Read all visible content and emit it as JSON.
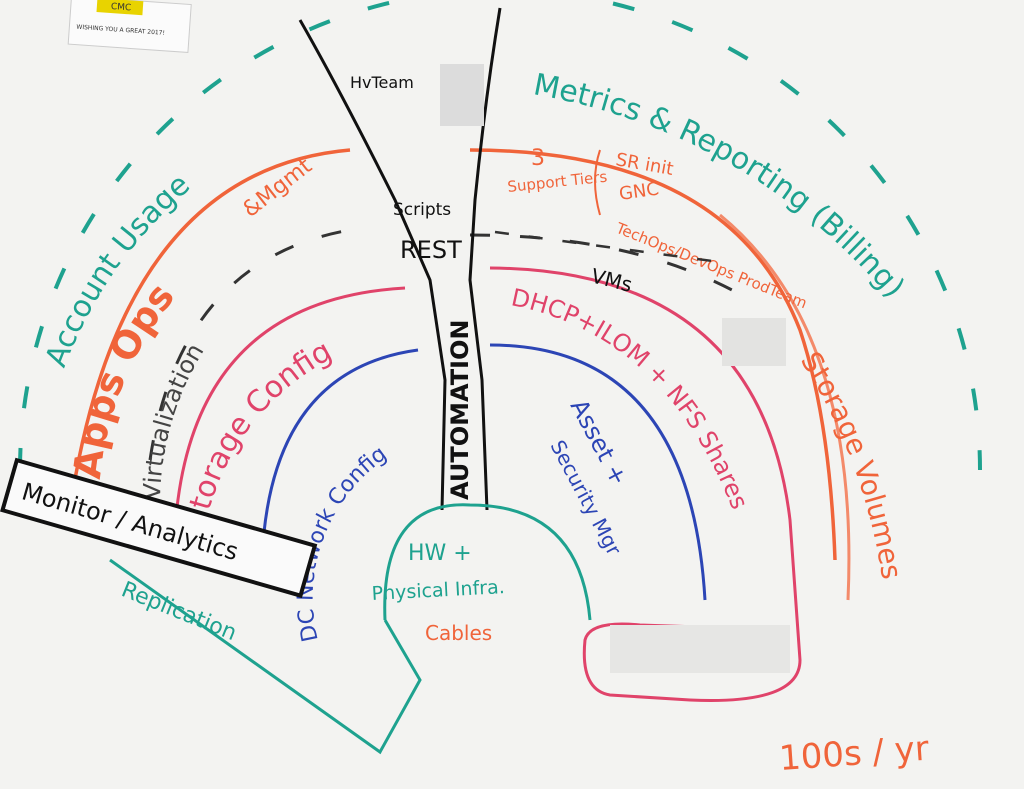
{
  "sticky_note": {
    "logo": "CMC",
    "text": "WISHING YOU A GREAT 2017!"
  },
  "funnel": {
    "top": "HvTeam",
    "scripts": "Scripts",
    "rest": "REST",
    "automation": "AUTOMATION"
  },
  "arcs": {
    "account_usage": "Account Usage",
    "metrics": "Metrics & Reporting (Billing)",
    "apps_ops": "Apps Ops",
    "mgmt": "&Mgmt",
    "virtualization": "Virtualization",
    "storage_config": "Storage Config",
    "dc_network_config": "DC Network Config",
    "dhcp": "DHCP+ILOM + NFS Shares",
    "asset": "Asset +",
    "security": "Security Mgr",
    "vms": "VMs",
    "storage_volumes": "Storage Volumes"
  },
  "support_tiers": {
    "number": "3",
    "label": "Support Tiers",
    "items": [
      "SR init",
      "GNC",
      "TechOps/DevOps ProdTeam"
    ]
  },
  "base": {
    "line1": "HW +",
    "line2": "Physical Infra.",
    "line3": "Cables"
  },
  "boxes": {
    "monitor": "Monitor / Analytics",
    "replication": "Replication"
  },
  "bottom_right": "100s / yr",
  "colors": {
    "teal": "#1ea28f",
    "orange": "#f0643a",
    "pink": "#e0436a",
    "blue": "#2c45b5",
    "black": "#111111",
    "salmon": "#f38a6a"
  }
}
